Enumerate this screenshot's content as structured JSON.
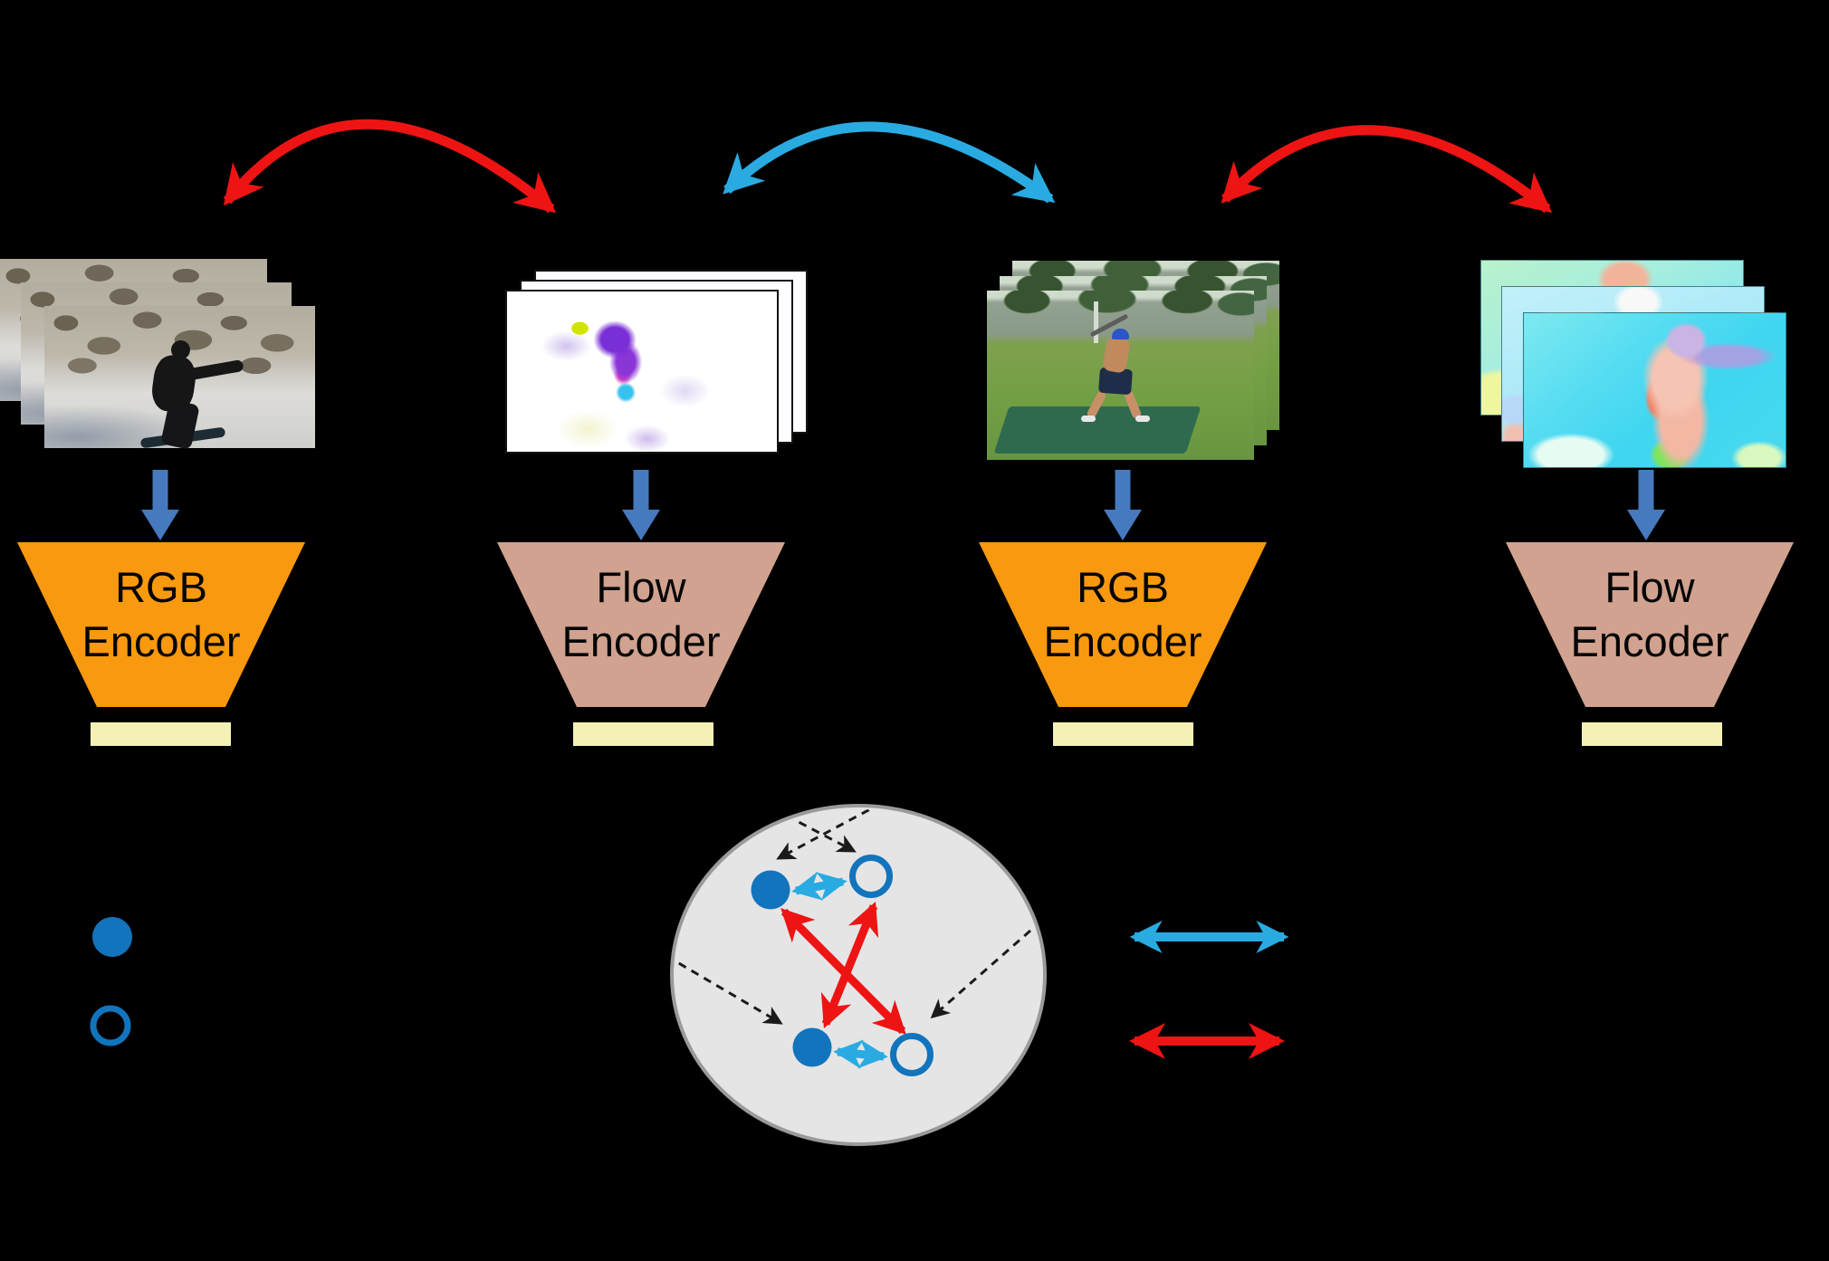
{
  "figure": {
    "type": "self-supervised video representation learning architecture diagram",
    "background": "#000000",
    "visible_text": [
      "RGB Encoder",
      "Flow Encoder",
      "RGB Encoder",
      "Flow Encoder"
    ]
  },
  "encoders": [
    {
      "id": "rgb-encoder-1",
      "modality": "RGB",
      "line1": "RGB",
      "line2": "Encoder"
    },
    {
      "id": "flow-encoder-1",
      "modality": "Flow",
      "line1": "Flow",
      "line2": "Encoder"
    },
    {
      "id": "rgb-encoder-2",
      "modality": "RGB",
      "line1": "RGB",
      "line2": "Encoder"
    },
    {
      "id": "flow-encoder-2",
      "modality": "Flow",
      "line1": "Flow",
      "line2": "Encoder"
    }
  ],
  "media_stacks": [
    {
      "id": "video1-rgb-frames",
      "icon": "snowboarding-video-frames-icon",
      "frames": 3
    },
    {
      "id": "video1-flow-frames",
      "icon": "optical-flow-white-frames-icon",
      "frames": 3
    },
    {
      "id": "video2-rgb-frames",
      "icon": "baseball-swing-video-frames-icon",
      "frames": 3
    },
    {
      "id": "video2-flow-frames",
      "icon": "optical-flow-cyan-frames-icon",
      "frames": 3
    }
  ],
  "top_arcs": [
    {
      "id": "left-red-arc",
      "color_key": "red_arrow",
      "connects": [
        "video1-rgb-frames",
        "video1-flow-frames"
      ]
    },
    {
      "id": "center-blue-arc",
      "color_key": "blue_arc",
      "connects": [
        "video1-flow-frames",
        "video2-rgb-frames"
      ]
    },
    {
      "id": "right-red-arc",
      "color_key": "red_arrow",
      "connects": [
        "video2-rgb-frames",
        "video2-flow-frames"
      ]
    }
  ],
  "embedding_space": {
    "shape": "gray-ellipse",
    "points": [
      {
        "id": "top-filled-dot",
        "marker": "filled-blue-circle"
      },
      {
        "id": "top-open-dot",
        "marker": "open-blue-circle"
      },
      {
        "id": "bottom-filled-dot",
        "marker": "filled-blue-circle"
      },
      {
        "id": "bottom-open-dot",
        "marker": "open-blue-circle"
      }
    ],
    "relations": [
      {
        "type": "cyan-double-arrow",
        "between": [
          "top-filled-dot",
          "top-open-dot"
        ]
      },
      {
        "type": "cyan-double-arrow",
        "between": [
          "bottom-filled-dot",
          "bottom-open-dot"
        ]
      },
      {
        "type": "red-double-arrow",
        "between": [
          "top-filled-dot",
          "bottom-open-dot"
        ]
      },
      {
        "type": "red-double-arrow",
        "between": [
          "bottom-filled-dot",
          "top-open-dot"
        ]
      }
    ],
    "projections": 4
  },
  "legend": {
    "markers": [
      {
        "id": "filled-blue-circle-marker"
      },
      {
        "id": "open-blue-circle-marker"
      }
    ],
    "arrows": [
      {
        "id": "cyan-double-arrow-marker",
        "color_key": "cyan_arrow"
      },
      {
        "id": "red-double-arrow-marker",
        "color_key": "red_arrow"
      }
    ]
  },
  "colors": {
    "red_arrow": "#ee1414",
    "blue_arc": "#29abe2",
    "cyan_arrow": "#29abe2",
    "down_arrow": "#4679bd",
    "rgb_encoder": "#f8990f",
    "flow_encoder": "#d0a28f",
    "embedding_chip": "#f5f1b6",
    "space_fill": "#e5e5e5",
    "space_border": "#9a9a9a",
    "dot_blue": "#1274bc",
    "dashed_arrow": "#1a1a1a",
    "encoder_text": "#050505",
    "bg": "#000000"
  }
}
